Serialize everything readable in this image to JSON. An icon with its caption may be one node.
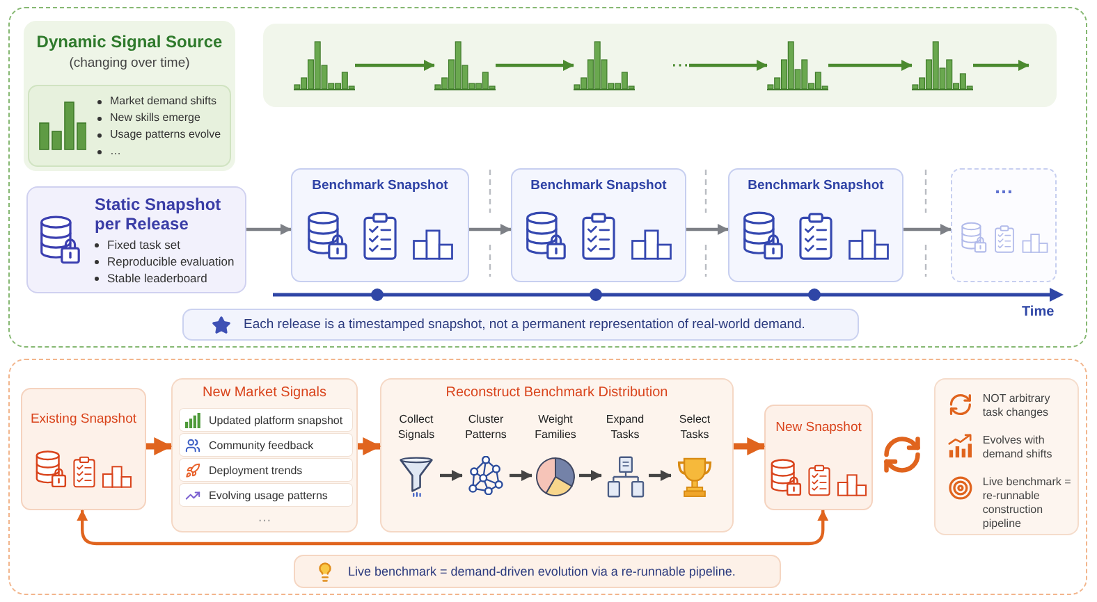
{
  "diagram": {
    "nodes": [
      {
        "text": [],
        "shape": "box"
      },
      {
        "text": [
          "Dynamic Signal Source",
          "(changing over time)"
        ],
        "in": 0
      },
      {
        "text": [
          "Market demand shifts",
          "New skills emerge",
          "Usage patterns evolve",
          "…"
        ],
        "in": 1
      },
      {
        "text": [],
        "shape": "box",
        "in": 0
      },
      {
        "text": [],
        "shape": "chart",
        "in": 3
      },
      {
        "text": [],
        "shape": "chart",
        "in": 3
      },
      {
        "text": [],
        "shape": "chart",
        "in": 3
      },
      {
        "text": [
          "⋯"
        ],
        "in": 3
      },
      {
        "text": [],
        "shape": "chart",
        "in": 3
      },
      {
        "text": [],
        "shape": "chart",
        "in": 3
      },
      {
        "text": [
          "Static Snapshot per Release",
          "Fixed task set",
          "Reproducible evaluation",
          "Stable leaderboard"
        ],
        "in": 0
      },
      {
        "text": [
          "Benchmark Snapshot"
        ],
        "in": 0
      },
      {
        "text": [
          "Benchmark Snapshot"
        ],
        "in": 0
      },
      {
        "text": [
          "Benchmark Snapshot"
        ],
        "in": 0
      },
      {
        "text": [
          "…"
        ],
        "in": 0
      },
      {
        "text": [
          "Each release is a timestamped snapshot, not a permanent representation of real-world demand."
        ],
        "in": 0
      },
      {
        "text": [],
        "shape": "box"
      },
      {
        "text": [
          "Existing Snapshot"
        ],
        "in": 16
      },
      {
        "text": [
          "New Market Signals",
          "…"
        ],
        "in": 16
      },
      {
        "text": [
          "Updated platform snapshot"
        ],
        "in": 18
      },
      {
        "text": [
          "Community feedback"
        ],
        "in": 18
      },
      {
        "text": [
          "Deployment trends"
        ],
        "in": 18
      },
      {
        "text": [
          "Evolving usage patterns"
        ],
        "in": 18
      },
      {
        "text": [
          "Reconstruct Benchmark Distribution"
        ],
        "in": 16
      },
      {
        "text": [
          "Collect Signals"
        ],
        "in": 23
      },
      {
        "text": [
          "Cluster Patterns"
        ],
        "in": 23
      },
      {
        "text": [
          "Weight Families"
        ],
        "in": 23
      },
      {
        "text": [
          "Expand Tasks"
        ],
        "in": 23
      },
      {
        "text": [
          "Select Tasks"
        ],
        "in": 23
      },
      {
        "text": [
          "New Snapshot"
        ],
        "in": 16
      },
      {
        "text": [
          "NOT arbitrary task changes",
          "Evolves with demand shifts",
          "Live benchmark = re-runnable construction pipeline"
        ],
        "in": 16
      },
      {
        "text": [
          "Live benchmark = demand-driven evolution via a re-runnable pipeline."
        ],
        "in": 16
      }
    ],
    "edges": [
      {
        "from": 4,
        "to": 5,
        "arrow": "to",
        "color": "#4b8a2f"
      },
      {
        "from": 5,
        "to": 6,
        "arrow": "to",
        "color": "#4b8a2f"
      },
      {
        "from": 7,
        "to": 8,
        "arrow": "to",
        "color": "#4b8a2f"
      },
      {
        "from": 8,
        "to": 9,
        "arrow": "to",
        "color": "#4b8a2f"
      },
      {
        "from": 9,
        "to": null,
        "arrow": "to",
        "color": "#4b8a2f"
      },
      {
        "from": 10,
        "to": 11,
        "arrow": "to",
        "color": "#7d8086"
      },
      {
        "from": 11,
        "to": 12,
        "arrow": "to",
        "color": "#7d8086"
      },
      {
        "from": 12,
        "to": 13,
        "arrow": "to",
        "color": "#7d8086"
      },
      {
        "from": 13,
        "to": 14,
        "arrow": "to",
        "color": "#7d8086"
      },
      {
        "from": 17,
        "to": 18,
        "arrow": "to",
        "style": "thick",
        "color": "#e0641e"
      },
      {
        "from": 18,
        "to": 23,
        "arrow": "to",
        "style": "thick",
        "color": "#e0641e"
      },
      {
        "from": 24,
        "to": 25,
        "arrow": "to",
        "color": "#444444"
      },
      {
        "from": 25,
        "to": 26,
        "arrow": "to",
        "color": "#444444"
      },
      {
        "from": 26,
        "to": 27,
        "arrow": "to",
        "color": "#444444"
      },
      {
        "from": 27,
        "to": 28,
        "arrow": "to",
        "color": "#444444"
      },
      {
        "from": 23,
        "to": 29,
        "arrow": "to",
        "style": "thick",
        "color": "#e0641e"
      },
      {
        "from": 29,
        "to": 17,
        "arrow": "both",
        "color": "#e0641e"
      }
    ],
    "labels": [
      "Time"
    ]
  }
}
